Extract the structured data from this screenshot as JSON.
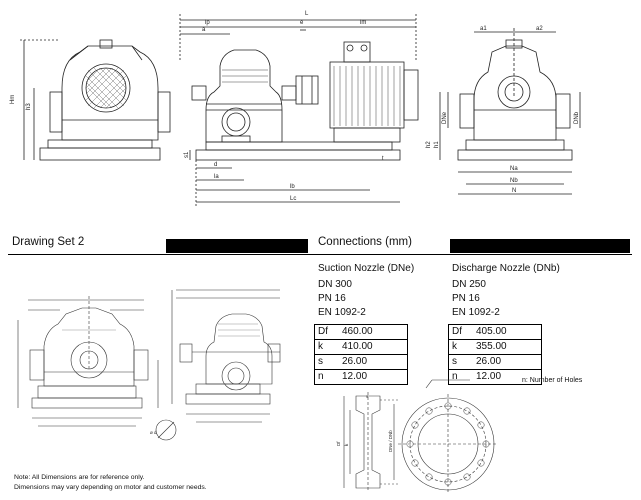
{
  "top_dims": {
    "L": "L",
    "lp": "lp",
    "a": "a",
    "e": "e",
    "lm": "lm",
    "Hm": "Hm",
    "h3": "h3",
    "a1": "a1",
    "a2": "a2",
    "DNe": "DNe",
    "DNb": "DNb",
    "h1": "h1",
    "h2": "h2",
    "s1": "s1",
    "d": "d",
    "la": "la",
    "lb": "lb",
    "lc": "Lc",
    "t": "t",
    "Na": "Na",
    "Nb": "Nb",
    "N": "N"
  },
  "section_left": {
    "title": "Drawing Set 2"
  },
  "section_right": {
    "title": "Connections (mm)"
  },
  "suction": {
    "title": "Suction Nozzle (DNe)",
    "dn": "DN 300",
    "pn": "PN 16",
    "std": "EN 1092-2",
    "rows": [
      {
        "k": "Df",
        "v": "460.00"
      },
      {
        "k": "k",
        "v": "410.00"
      },
      {
        "k": "s",
        "v": "26.00"
      },
      {
        "k": "n",
        "v": "12.00"
      }
    ]
  },
  "discharge": {
    "title": "Discharge Nozzle (DNb)",
    "dn": "DN 250",
    "pn": "PN 16",
    "std": "EN 1092-2",
    "rows": [
      {
        "k": "Df",
        "v": "405.00"
      },
      {
        "k": "k",
        "v": "355.00"
      },
      {
        "k": "s",
        "v": "26.00"
      },
      {
        "k": "n",
        "v": "12.00"
      }
    ]
  },
  "legend": {
    "holes": "n: Number of Holes"
  },
  "notes": {
    "line1": "Note: All Dimensions are for reference only.",
    "line2": "Dimensions may vary depending on motor and customer needs."
  },
  "flange_dims": {
    "df": "Df",
    "k": "k",
    "s": "s",
    "dn": "DNe / DNb"
  },
  "set2_dims": {
    "d": "ø d"
  }
}
